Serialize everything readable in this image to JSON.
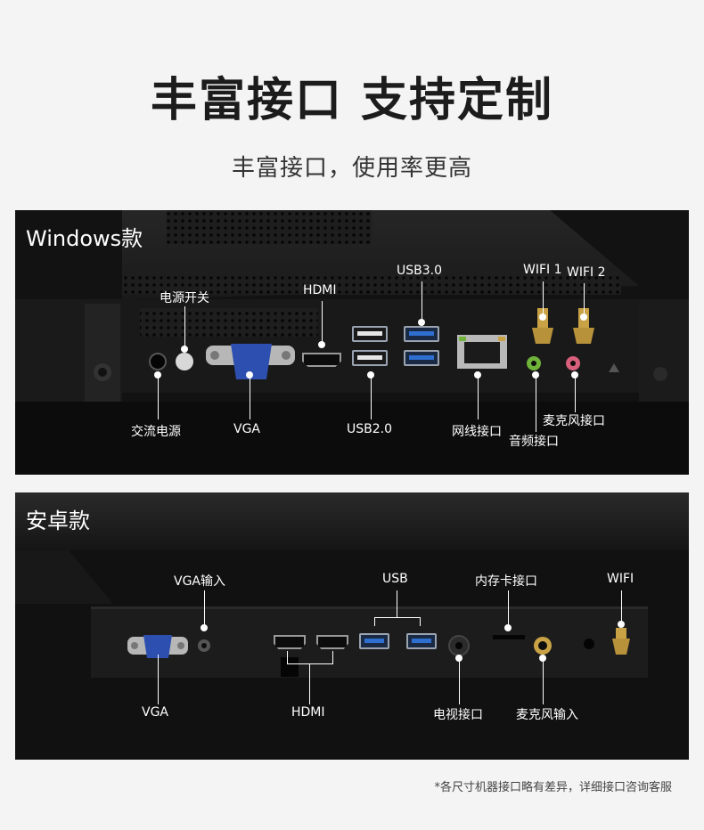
{
  "header": {
    "title": "丰富接口 支持定制",
    "subtitle": "丰富接口，使用率更高"
  },
  "windows": {
    "label": "Windows款",
    "labels": {
      "power_switch": "电源开关",
      "hdmi": "HDMI",
      "usb3": "USB3.0",
      "wifi1": "WIFI 1",
      "wifi2": "WIFI 2",
      "dc_power": "交流电源",
      "vga": "VGA",
      "usb2": "USB2.0",
      "lan": "网线接口",
      "audio": "音频接口",
      "mic": "麦克风接口"
    }
  },
  "android": {
    "label": "安卓款",
    "labels": {
      "vga_in": "VGA输入",
      "usb": "USB",
      "memory_card": "内存卡接口",
      "wifi": "WIFI",
      "vga": "VGA",
      "hdmi": "HDMI",
      "tv": "电视接口",
      "mic_in": "麦克风输入"
    }
  },
  "footnote": "*各尺寸机器接口略有差异，详细接口咨询客服",
  "colors": {
    "background": "#f4f4f4",
    "panel": "#111111",
    "vga_blue": "#2d4fb0",
    "usb3_blue": "#2f6fd0",
    "audio_green": "#6fb33a",
    "mic_pink": "#d8607a",
    "wifi_gold": "#c9a246"
  }
}
